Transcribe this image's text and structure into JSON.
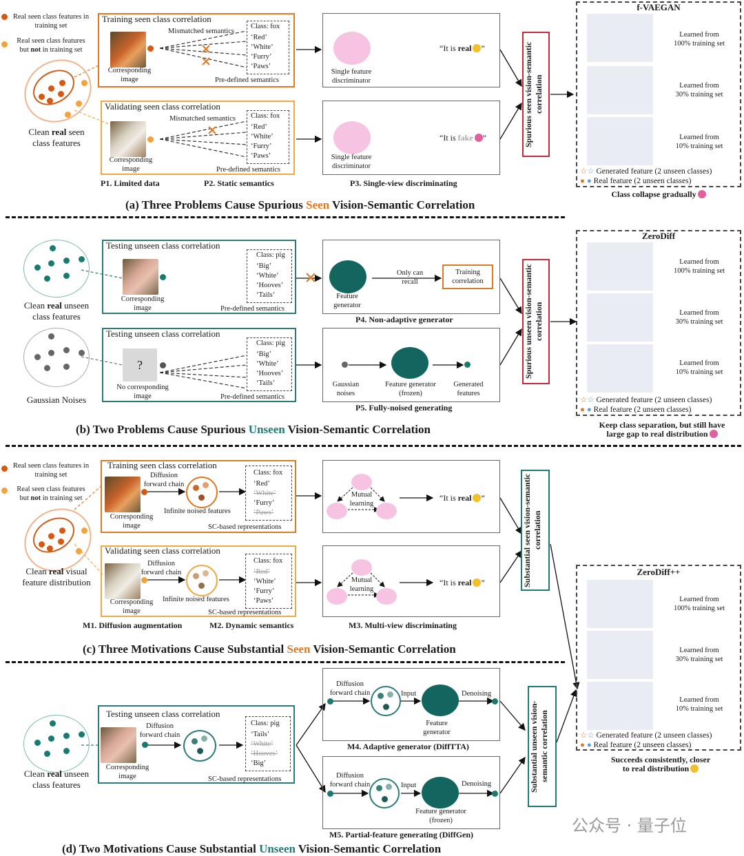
{
  "legend": {
    "seen_in_train": "Real seen class features in training set",
    "seen_not_train_1": "Real seen class features",
    "seen_not_train_2a": "but ",
    "seen_not_train_2b": "not",
    "seen_not_train_2c": " in training set"
  },
  "a": {
    "clean_1": "Clean ",
    "clean_real": "real",
    "clean_2": " seen",
    "clean_3": "class features",
    "train_title": "Training seen class correlation",
    "val_title": "Validating seen class correlation",
    "mismatched": "Mismatched semantics",
    "corr_img_1": "Corresponding",
    "corr_img_2": "image",
    "predefined": "Pre-defined semantics",
    "class_fox": "Class: fox",
    "attrs": [
      "‘Red’",
      "‘White’",
      "‘Furry’",
      "‘Paws’"
    ],
    "disc_1": "Single feature",
    "disc_2": "discriminator",
    "real_q1": "“It is ",
    "real_word": "real",
    "real_q2": "”",
    "fake_word": "fake",
    "p1": "P1. Limited data",
    "p2": "P2. Static semantics",
    "p3": "P3. Single-view discriminating",
    "vert": "Spurious seen vision-semantic correlation",
    "title_1": "(a) Three Problems Cause Spurious ",
    "title_hl": "Seen",
    "title_2": " Vision-Semantic Correlation"
  },
  "b": {
    "clean_1": "Clean ",
    "clean_real": "real",
    "clean_2": " unseen",
    "clean_3": "class features",
    "noise": "Gaussian Noises",
    "test_title": "Testing unseen class correlation",
    "class_pig": "Class: pig",
    "attrs": [
      "‘Big’",
      "‘White’",
      "‘Hooves’",
      "‘Tails’"
    ],
    "corr_img_1": "Corresponding",
    "corr_img_2": "image",
    "no_corr_1": "No corresponding",
    "no_corr_2": "image",
    "predefined": "Pre-defined semantics",
    "qmark": "?",
    "feat_gen_1": "Feature",
    "feat_gen_2": "generator",
    "only_recall_1": "Only can",
    "only_recall_2": "recall",
    "train_corr_1": "Training",
    "train_corr_2": "correlation",
    "p4": "P4. Non-adaptive generator",
    "gauss_1": "Gaussian",
    "gauss_2": "noises",
    "fg_frozen_1": "Feature generator",
    "fg_frozen_2": "(frozen)",
    "gen_feat_1": "Generated",
    "gen_feat_2": "features",
    "p5": "P5. Fully-noised generating",
    "vert": "Spurious unseen vision-semantic correlation",
    "title_1": "(b) Two Problems Cause Spurious ",
    "title_hl": "Unseen",
    "title_2": " Vision-Semantic Correlation"
  },
  "c": {
    "clean_1": "Clean ",
    "clean_real": "real",
    "clean_2": " visual",
    "clean_3": "feature distribution",
    "train_title": "Training seen class correlation",
    "val_title": "Validating seen class correlation",
    "diff_1": "Diffusion",
    "diff_2": "forward chain",
    "inf_noised": "Infinite noised features",
    "sc_based": "SC-based representations",
    "class_fox": "Class: fox",
    "attrs_train": [
      {
        "t": "‘Red’",
        "s": false
      },
      {
        "t": "‘White’",
        "s": true
      },
      {
        "t": "‘Furry’",
        "s": false
      },
      {
        "t": "‘Paws’",
        "s": true
      }
    ],
    "attrs_val": [
      {
        "t": "‘Red’",
        "s": true
      },
      {
        "t": "‘White’",
        "s": false
      },
      {
        "t": "‘Furry’",
        "s": false
      },
      {
        "t": "‘Paws’",
        "s": false
      }
    ],
    "corr_img_1": "Corresponding",
    "corr_img_2": "image",
    "mutual_1": "Mutual",
    "mutual_2": "learning",
    "m1": "M1. Diffusion augmentation",
    "m2": "M2. Dynamic semantics",
    "m3": "M3. Multi-view discriminating",
    "vert": "Substantial seen vision-semantic correlation",
    "title_1": "(c) Three Motivations Cause Substantial ",
    "title_hl": "Seen",
    "title_2": " Vision-Semantic Correlation"
  },
  "d": {
    "clean_1": "Clean ",
    "clean_real": "real",
    "clean_2": " unseen",
    "clean_3": "class features",
    "test_title": "Testing unseen class correlation",
    "diff_1": "Diffusion",
    "diff_2": "forward chain",
    "class_pig": "Class: pig",
    "attrs": [
      {
        "t": "‘Tails’",
        "s": false
      },
      {
        "t": "‘White’",
        "s": true
      },
      {
        "t": "‘Hooves’",
        "s": true
      },
      {
        "t": "‘Big’",
        "s": false
      }
    ],
    "corr_img_1": "Corresponding",
    "corr_img_2": "image",
    "sc_based": "SC-based representations",
    "input": "Input",
    "denoising": "Denoising",
    "feat_gen_1": "Feature",
    "feat_gen_2": "generator",
    "fg_frozen_1": "Feature generator",
    "fg_frozen_2": "(frozen)",
    "m4": "M4. Adaptive generator (DiffTTA)",
    "m5": "M5. Partial-feature generating (DiffGen)",
    "vert": "Substantial unseen vision-semantic correlation",
    "title_1": "(d) Two Motivations Cause Substantial ",
    "title_hl": "Unseen",
    "title_2": " Vision-Semantic Correlation"
  },
  "right": {
    "fvaegan": "f-VAEGAN",
    "zerodiff": "ZeroDiff",
    "zerodiffpp": "ZeroDiff++",
    "learned_from": "Learned from",
    "t100": "100% training set",
    "t30": "30% training set",
    "t10": "10% training set",
    "gen_feat": "Generated feature (2 unseen classes)",
    "real_feat": "Real feature (2 unseen classes)",
    "cap_a": "Class collapse gradually",
    "cap_b_1": "Keep class separation, but still have",
    "cap_b_2": "large gap to real distribution",
    "cap_c_1": "Succeeds consistently, closer",
    "cap_c_2": "to real distribution"
  },
  "watermark": "公众号 · 量子位",
  "colors": {
    "orange": "#e07a22",
    "light_orange": "#f0a844",
    "teal": "#1f7a74",
    "red": "#c8283a",
    "pink": "#f4b8dc",
    "blue": "#5aa0d8"
  }
}
